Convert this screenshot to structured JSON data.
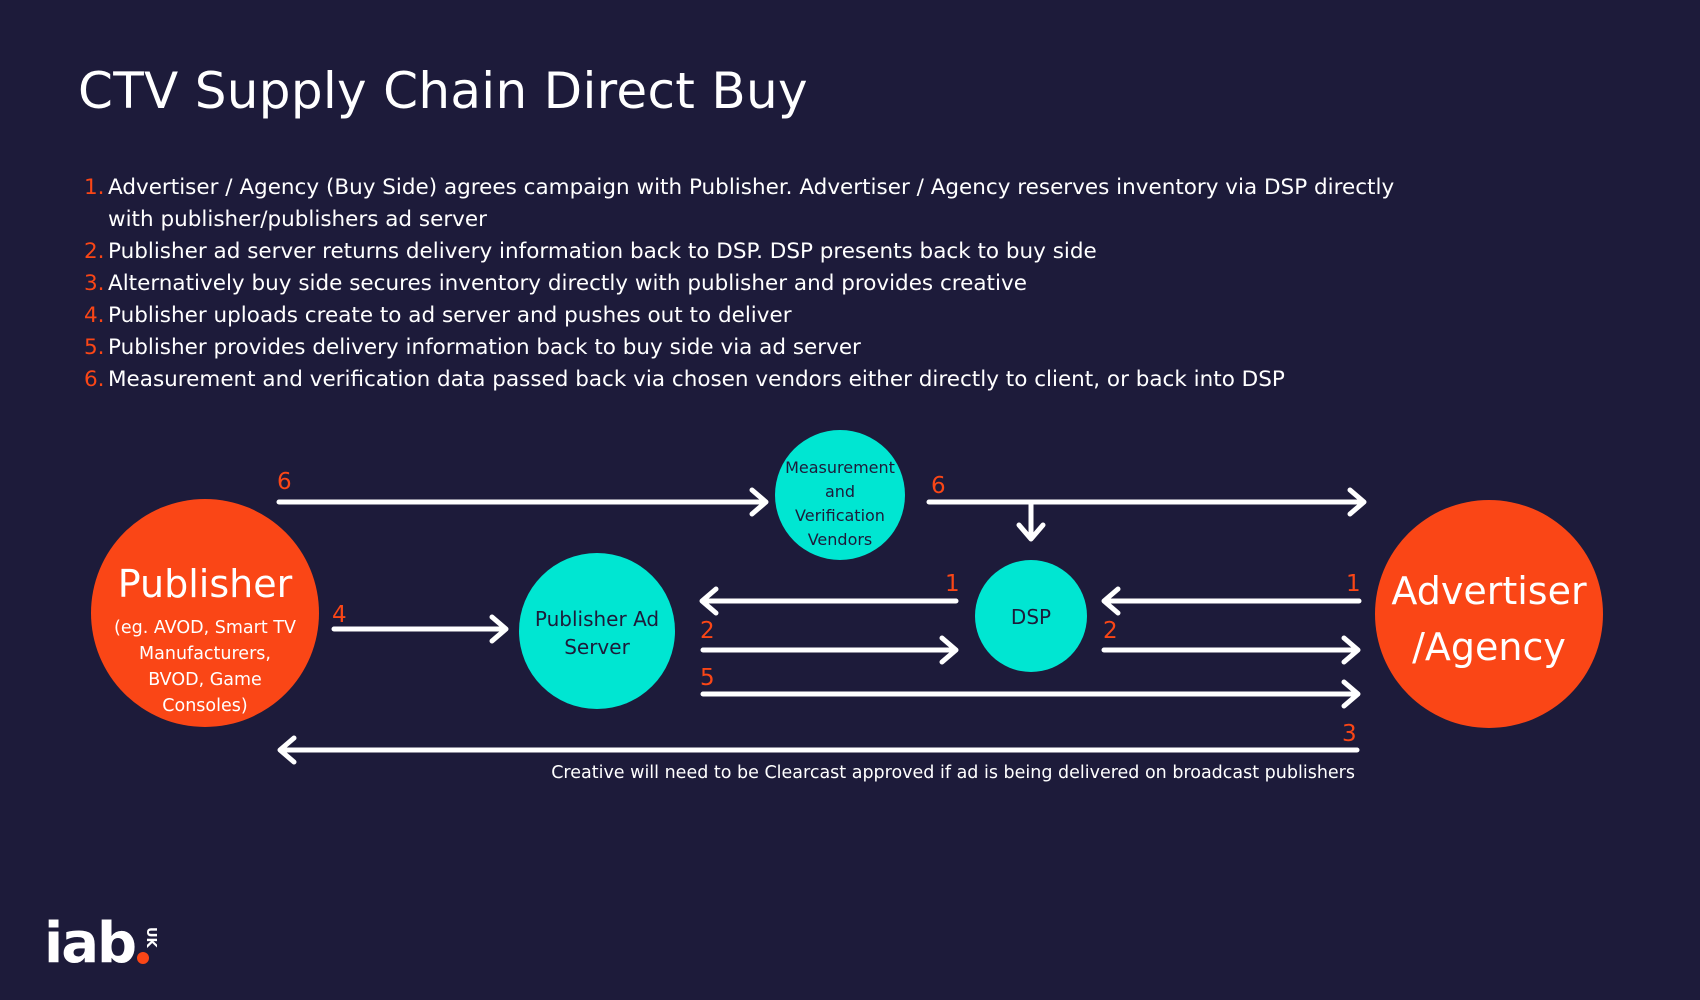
{
  "title": "CTV Supply Chain Direct Buy",
  "steps": [
    {
      "num": "1.",
      "text": "Advertiser / Agency (Buy Side) agrees campaign with Publisher. Advertiser / Agency reserves inventory via DSP directly with publisher/publishers ad server"
    },
    {
      "num": "2.",
      "text": "Publisher ad server returns delivery information back to DSP. DSP presents back to buy side"
    },
    {
      "num": "3.",
      "text": "Alternatively buy side secures inventory directly with publisher and provides creative"
    },
    {
      "num": "4.",
      "text": "Publisher uploads create to ad server and pushes out to deliver"
    },
    {
      "num": "5.",
      "text": "Publisher provides delivery information back to buy side via ad server"
    },
    {
      "num": "6.",
      "text": "Measurement and verification data passed back via chosen vendors either directly to client, or back into DSP"
    }
  ],
  "nodes": {
    "publisher": {
      "title": "Publisher",
      "sub": [
        "(eg. AVOD, Smart TV",
        "Manufacturers,",
        "BVOD, Game",
        "Consoles)"
      ]
    },
    "ad_server": {
      "lines": [
        "Publisher Ad",
        "Server"
      ]
    },
    "measurement": {
      "lines": [
        "Measurement",
        "and",
        "Verification",
        "Vendors"
      ]
    },
    "dsp": {
      "label": "DSP"
    },
    "advertiser": {
      "lines": [
        "Advertiser",
        "/Agency"
      ]
    }
  },
  "flow_labels": {
    "pub_to_measure": "6",
    "measure_to_adv": "6",
    "pub_to_adserver": "4",
    "dsp_to_adserver": "1",
    "adv_to_dsp": "1",
    "adserver_to_dsp": "2",
    "dsp_to_adv": "2",
    "adserver_to_adv": "5",
    "adv_to_pub": "3"
  },
  "note": "Creative will need to be Clearcast approved if ad is being delivered on broadcast publishers",
  "logo": {
    "text": "iab",
    "suffix": "UK"
  },
  "colors": {
    "background": "#1d1b3a",
    "orange": "#fa4616",
    "teal": "#00e6d2",
    "white": "#ffffff"
  }
}
